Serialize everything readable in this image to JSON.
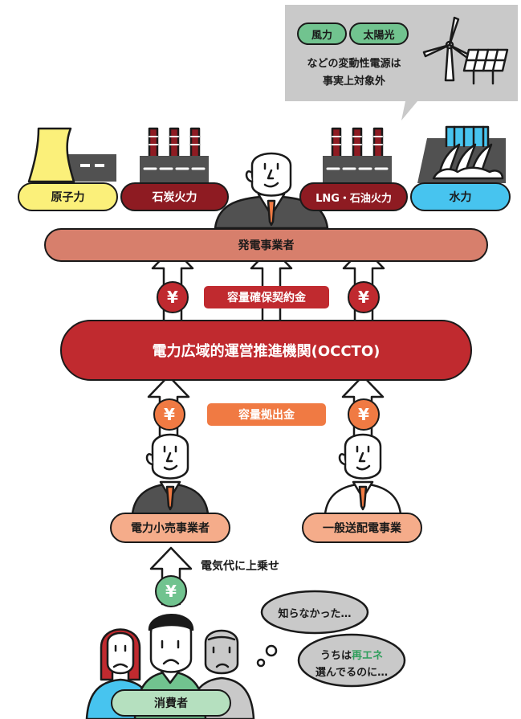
{
  "colors": {
    "nuclear": "#fbf07a",
    "thermal": "#8e1b22",
    "hydro": "#47c4ef",
    "producer": "#d77f6c",
    "occto": "#c02a2f",
    "capacity_fee": "#f07a43",
    "retail": "#f5ac8a",
    "green": "#71c38f",
    "consumer": "#b5e0bf",
    "callout": "#c9c9c9"
  },
  "callout": {
    "tags": [
      "風力",
      "太陽光"
    ],
    "line1": "などの変動性電源は",
    "line2": "事実上対象外"
  },
  "plants": [
    {
      "label": "原子力",
      "icon": "nuclear-plant-icon"
    },
    {
      "label": "石炭火力",
      "icon": "coal-plant-icon"
    },
    {
      "label": "LNG・石油火力",
      "icon": "lng-plant-icon"
    },
    {
      "label": "水力",
      "icon": "hydro-dam-icon"
    }
  ],
  "producer_label": "発電事業者",
  "capacity_contract_label": "容量確保契約金",
  "occto_label": "電力広域的運営推進機関(OCCTO)",
  "capacity_contribution_label": "容量拠出金",
  "yen_symbol": "¥",
  "retailer_label": "電力小売事業者",
  "transmission_label": "一般送配電事業",
  "surcharge_label": "電気代に上乗せ",
  "consumer_label": "消費者",
  "bubble1": "知らなかった…",
  "bubble2": {
    "prefix": "うちは",
    "highlight": "再エネ",
    "line2": "選んでるのに…"
  }
}
